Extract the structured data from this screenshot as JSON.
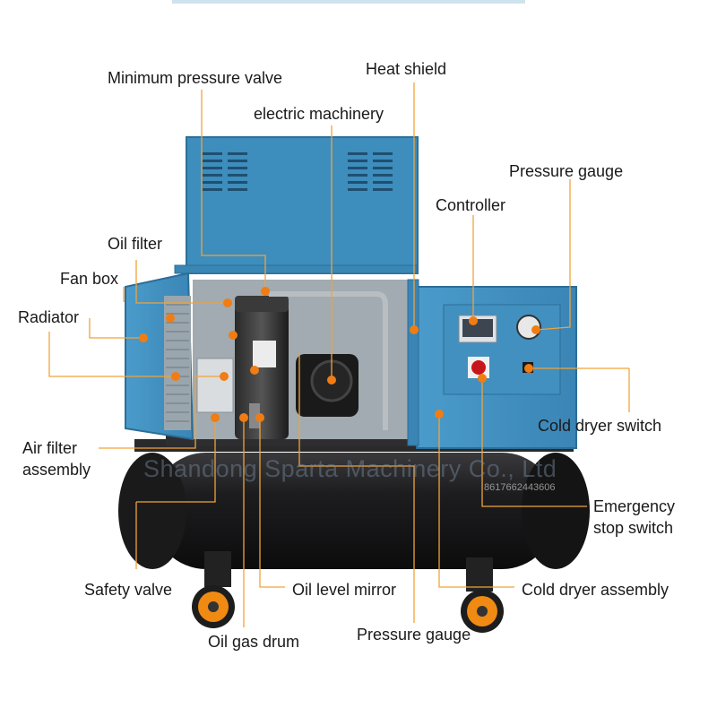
{
  "watermark": {
    "company": "Shandong Sparta Machinery Co., Ltd",
    "phone": "8617662443606"
  },
  "colors": {
    "cabinet": "#3f8fbf",
    "cabinet_dark": "#2c6e98",
    "tank": "#1b1b1d",
    "leader": "#f0a33a",
    "dot": "#f07d14"
  },
  "labels": {
    "minimum_pressure_valve": "Minimum pressure valve",
    "heat_shield": "Heat shield",
    "electric_machinery": "electric machinery",
    "pressure_gauge_top": "Pressure gauge",
    "controller": "Controller",
    "oil_filter": "Oil filter",
    "fan_box": "Fan box",
    "radiator": "Radiator",
    "cold_dryer_switch": "Cold dryer switch",
    "air_filter_assembly_1": "Air filter",
    "air_filter_assembly_2": "assembly",
    "emergency_stop_1": "Emergency",
    "emergency_stop_2": "stop switch",
    "safety_valve": "Safety valve",
    "oil_level_mirror": "Oil level mirror",
    "cold_dryer_assembly": "Cold dryer assembly",
    "oil_gas_drum": "Oil gas drum",
    "pressure_gauge_bottom": "Pressure gauge"
  }
}
